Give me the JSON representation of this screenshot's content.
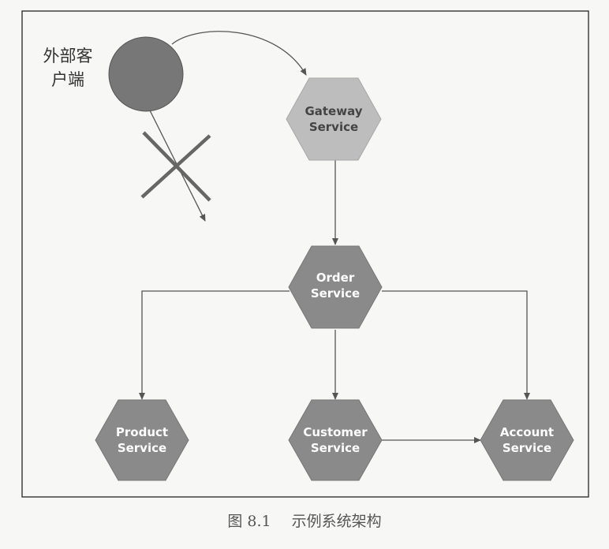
{
  "diagram": {
    "client": {
      "label_line1": "外部客",
      "label_line2": "户端"
    },
    "services": {
      "gateway": {
        "line1": "Gateway",
        "line2": "Service"
      },
      "order": {
        "line1": "Order",
        "line2": "Service"
      },
      "product": {
        "line1": "Product",
        "line2": "Service"
      },
      "customer": {
        "line1": "Customer",
        "line2": "Service"
      },
      "account": {
        "line1": "Account",
        "line2": "Service"
      }
    },
    "edges": [
      {
        "from": "client",
        "to": "gateway",
        "allowed": true
      },
      {
        "from": "client",
        "to": "order",
        "allowed": false
      },
      {
        "from": "gateway",
        "to": "order",
        "allowed": true
      },
      {
        "from": "order",
        "to": "product",
        "allowed": true
      },
      {
        "from": "order",
        "to": "customer",
        "allowed": true
      },
      {
        "from": "order",
        "to": "account",
        "allowed": true
      },
      {
        "from": "customer",
        "to": "account",
        "allowed": true
      }
    ],
    "colors": {
      "hexagon_fill": "#8a8a8a",
      "gateway_fill": "#bdbdbd",
      "client_fill": "#777777",
      "arrow": "#555555",
      "blocked_mark": "#555555"
    }
  },
  "caption": {
    "figure_number": "图 8.1",
    "title": "示例系统架构"
  }
}
